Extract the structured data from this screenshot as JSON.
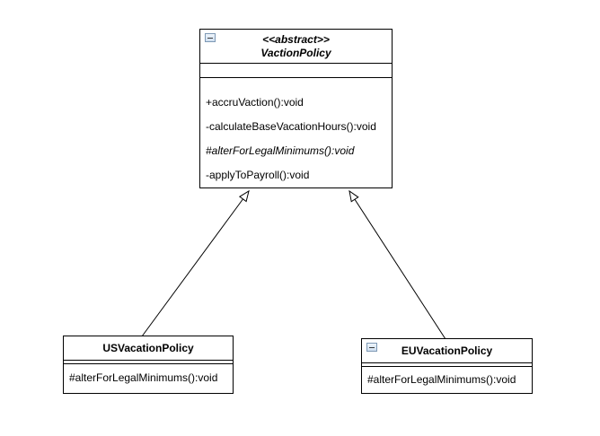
{
  "diagram": {
    "type": "uml-class-diagram",
    "background": "#ffffff",
    "classes": {
      "vactionPolicy": {
        "stereotype": "<<abstract>>",
        "name": "VactionPolicy",
        "abstract": true,
        "collapse_icon": "minus-square-icon",
        "attributes": [],
        "methods": [
          {
            "text": "+accruVaction():void",
            "abstract": false
          },
          {
            "text": "-calculateBaseVacationHours():void",
            "abstract": false
          },
          {
            "text": "#alterForLegalMinimums():void",
            "abstract": true
          },
          {
            "text": "-applyToPayroll():void",
            "abstract": false
          }
        ]
      },
      "usVacationPolicy": {
        "stereotype": "",
        "name": "USVacationPolicy",
        "abstract": false,
        "collapse_icon": null,
        "attributes": [],
        "methods": [
          {
            "text": "#alterForLegalMinimums():void",
            "abstract": false
          }
        ]
      },
      "euVacationPolicy": {
        "stereotype": "",
        "name": "EUVacationPolicy",
        "abstract": false,
        "collapse_icon": "minus-square-icon",
        "attributes": [],
        "methods": [
          {
            "text": "#alterForLegalMinimums():void",
            "abstract": false
          }
        ]
      }
    },
    "relations": [
      {
        "type": "generalization",
        "from": "USVacationPolicy",
        "to": "VactionPolicy",
        "arrowhead": "hollow-triangle"
      },
      {
        "type": "generalization",
        "from": "EUVacationPolicy",
        "to": "VactionPolicy",
        "arrowhead": "hollow-triangle"
      }
    ],
    "colors": {
      "stroke": "#000000",
      "text": "#000000",
      "arrowhead_fill": "#ffffff",
      "collapse_icon_border": "#7e99b5",
      "collapse_icon_background": "#dfe9f6"
    }
  }
}
